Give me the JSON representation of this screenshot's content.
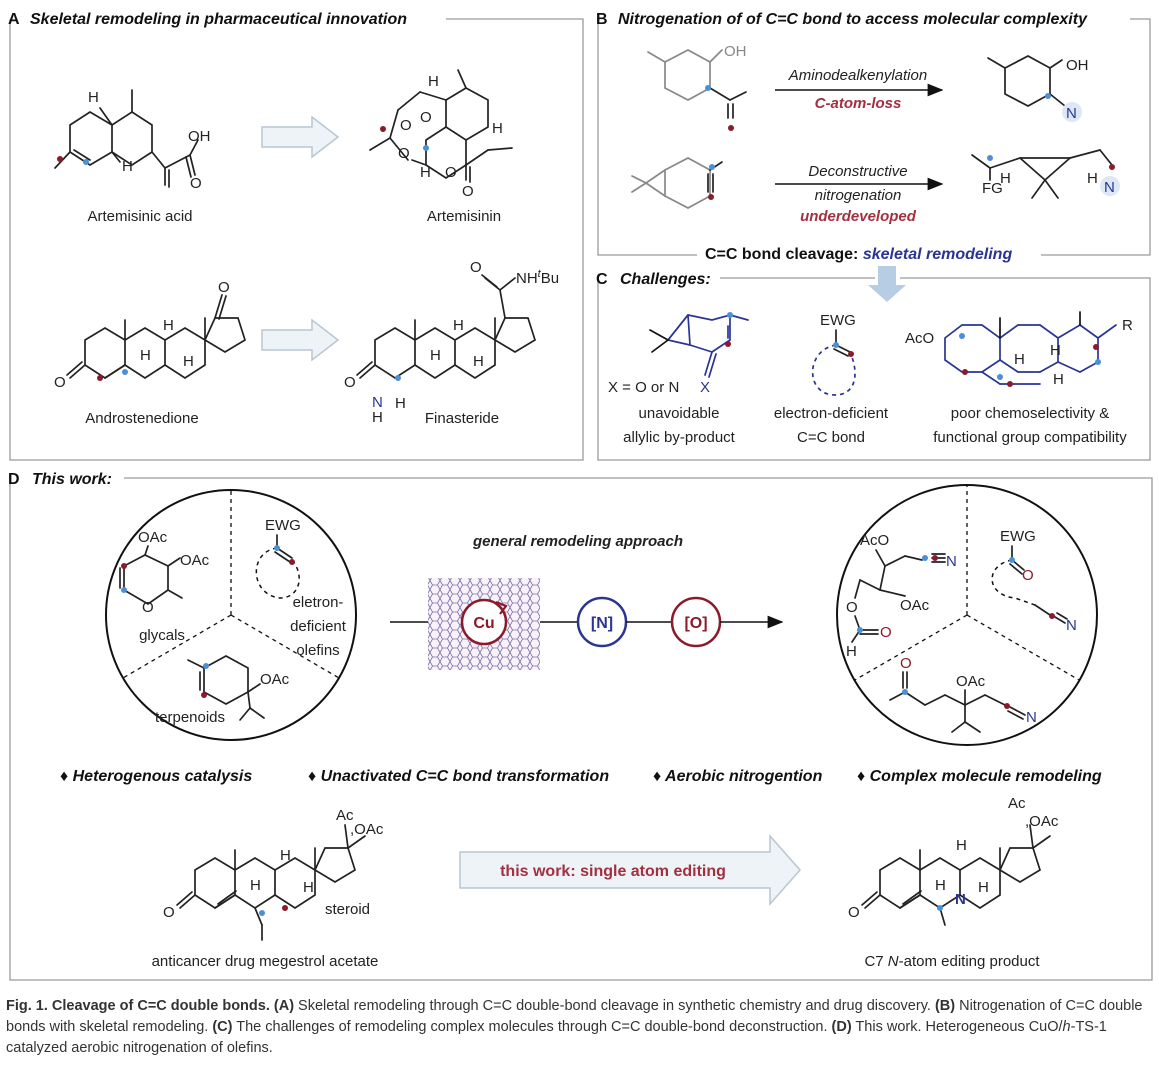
{
  "panelA": {
    "letter": "A",
    "title": "Skeletal remodeling in pharmaceutical innovation",
    "compounds": [
      "Artemisinic acid",
      "Artemisinin",
      "Androstenedione",
      "Finasteride"
    ],
    "atoms": {
      "OH": "OH",
      "O": "O",
      "H": "H",
      "N": "N",
      "NHtBu": "NH",
      "tBu_sup": "t",
      "tBu": "Bu"
    }
  },
  "panelB": {
    "letter": "B",
    "title": "Nitrogenation of of C=C bond to access molecular complexity",
    "reaction1_top": "Aminodealkenylation",
    "reaction1_bottom": "C-atom-loss",
    "reaction2_line1": "Deconstructive",
    "reaction2_line2": "nitrogenation",
    "reaction2_line3": "underdeveloped",
    "footer_black": "C=C bond cleavage:",
    "footer_blue": "skeletal remodeling",
    "atoms": {
      "OH": "OH",
      "N": "N",
      "FG": "FG",
      "H": "H"
    }
  },
  "panelC": {
    "letter": "C",
    "title": "Challenges:",
    "x_label": "X = O or N",
    "x_atom": "X",
    "ewg": "EWG",
    "aco": "AcO",
    "r": "R",
    "h": "H",
    "cap1_l1": "unavoidable",
    "cap1_l2": "allylic by-product",
    "cap2_l1": "electron-deficient",
    "cap2_l2": "C=C bond",
    "cap3_l1": "poor chemoselectivity &",
    "cap3_l2": "functional group compatibility"
  },
  "panelD": {
    "letter": "D",
    "title": "This work:",
    "approach": "general remodeling approach",
    "glycals": "glycals",
    "olefins_l1": "eletron-",
    "olefins_l2": "deficient",
    "olefins_l3": "olefins",
    "terpenoids": "terpenoids",
    "oac": "OAc",
    "aco": "AcO",
    "ewg": "EWG",
    "cu": "Cu",
    "n_step": "[N]",
    "o_step": "[O]",
    "features": [
      "Heterogenous catalysis",
      "Unactivated C=C bond transformation",
      "Aerobic nitrogention",
      "Complex molecule remodeling"
    ],
    "arrow_text": "this work: single atom editing",
    "steroid": "steroid",
    "drug": "anticancer drug megestrol acetate",
    "product_pre": "C7 ",
    "product_n": "N",
    "product_post": "-atom editing product",
    "ac": "Ac",
    "n": "N",
    "o": "O",
    "h": "H"
  },
  "caption": {
    "title": "Fig. 1. Cleavage of C=C double bonds.",
    "A_label": "(A)",
    "A_text": " Skeletal remodeling through C=C double-bond cleavage in synthetic chemistry and drug discovery. ",
    "B_label": "(B)",
    "B_text": " Nitrogenation of C=C double bonds with skeletal remodeling. ",
    "C_label": "(C)",
    "C_text": " The challenges of remodeling complex molecules through C=C double-bond deconstruction. ",
    "D_label": "(D)",
    "D_text": " This work. Heterogeneous CuO/",
    "h_italic": "h",
    "D_tail": "-TS-1 catalyzed aerobic nitrogenation of olefins."
  },
  "colors": {
    "blue_dot": "#4a90d9",
    "red_dot": "#8b1a2b",
    "dark_red": "#a3303f",
    "navy": "#2a3593",
    "box": "#9a9a9a",
    "arrow_fill": "#eef3f8",
    "arrow_stroke": "#b8c6d3"
  }
}
